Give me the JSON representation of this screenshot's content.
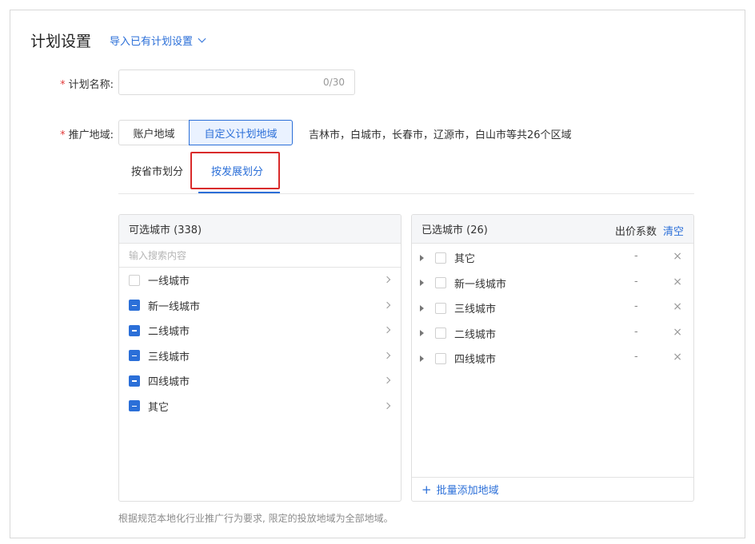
{
  "header": {
    "title": "计划设置",
    "import_label": "导入已有计划设置"
  },
  "form": {
    "name_label": "计划名称:",
    "name_value": "",
    "name_counter": "0/30",
    "region_label": "推广地域:",
    "required_mark": "*"
  },
  "region_mode": {
    "options": [
      "账户地域",
      "自定义计划地域"
    ],
    "selected": "自定义计划地域",
    "summary": "吉林市，白城市，长春市，辽源市，白山市等共26个区域"
  },
  "tabs": {
    "items": [
      "按省市划分",
      "按发展划分"
    ],
    "active": "按发展划分"
  },
  "available": {
    "header": "可选城市 (338)",
    "search_placeholder": "输入搜索内容",
    "items": [
      {
        "label": "一线城市",
        "state": "unchecked"
      },
      {
        "label": "新一线城市",
        "state": "partial"
      },
      {
        "label": "二线城市",
        "state": "partial"
      },
      {
        "label": "三线城市",
        "state": "partial"
      },
      {
        "label": "四线城市",
        "state": "partial"
      },
      {
        "label": "其它",
        "state": "partial"
      }
    ]
  },
  "selected": {
    "header": "已选城市 (26)",
    "bid_label": "出价系数",
    "clear_label": "清空",
    "items": [
      {
        "label": "其它",
        "bid": "-",
        "remove": "×"
      },
      {
        "label": "新一线城市",
        "bid": "-",
        "remove": "×"
      },
      {
        "label": "三线城市",
        "bid": "-",
        "remove": "×"
      },
      {
        "label": "二线城市",
        "bid": "-",
        "remove": "×"
      },
      {
        "label": "四线城市",
        "bid": "-",
        "remove": "×"
      }
    ],
    "batch_add_label": "批量添加地域",
    "batch_add_icon": "+"
  },
  "footnote": "根据规范本地化行业推广行为要求, 限定的投放地域为全部地域。",
  "colors": {
    "accent": "#2b6fd8",
    "highlight": "#d92b2b",
    "required": "#e23b3b"
  }
}
